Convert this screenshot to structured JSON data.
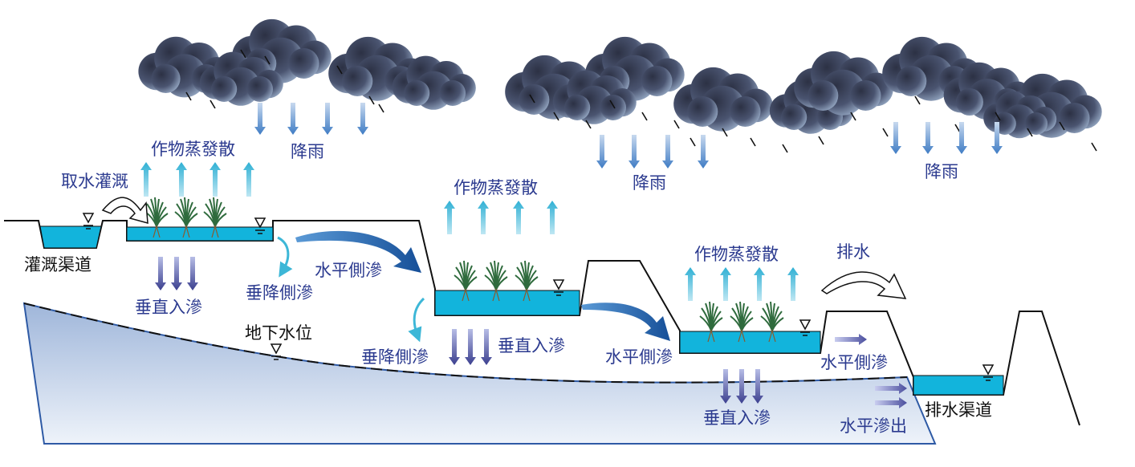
{
  "labels": {
    "rain": "降雨",
    "evapotranspiration": "作物蒸發散",
    "irrigation_intake": "取水灌溉",
    "irrigation_canal": "灌溉渠道",
    "vertical_infiltration": "垂直入滲",
    "vertical_lateral_seepage": "垂降側滲",
    "horizontal_lateral_seepage": "水平側滲",
    "groundwater_level": "地下水位",
    "drainage": "排水",
    "horizontal_seepage_out": "水平滲出",
    "drainage_canal": "排水渠道"
  },
  "colors": {
    "water": "#12b4dc",
    "groundwater": "#a9bfdf",
    "flow_arrow": "#1b5fa8",
    "up_arrow": "#3db7d7",
    "down_arrow": "#4b4f9a",
    "label_text": "#2b3a8f",
    "cloud_dark": "#2f3447",
    "cloud_light": "#9fb6d3"
  },
  "icons": [
    "cloud-icon",
    "rain-arrow-icon",
    "water-level-symbol-icon",
    "rice-plant-icon"
  ]
}
